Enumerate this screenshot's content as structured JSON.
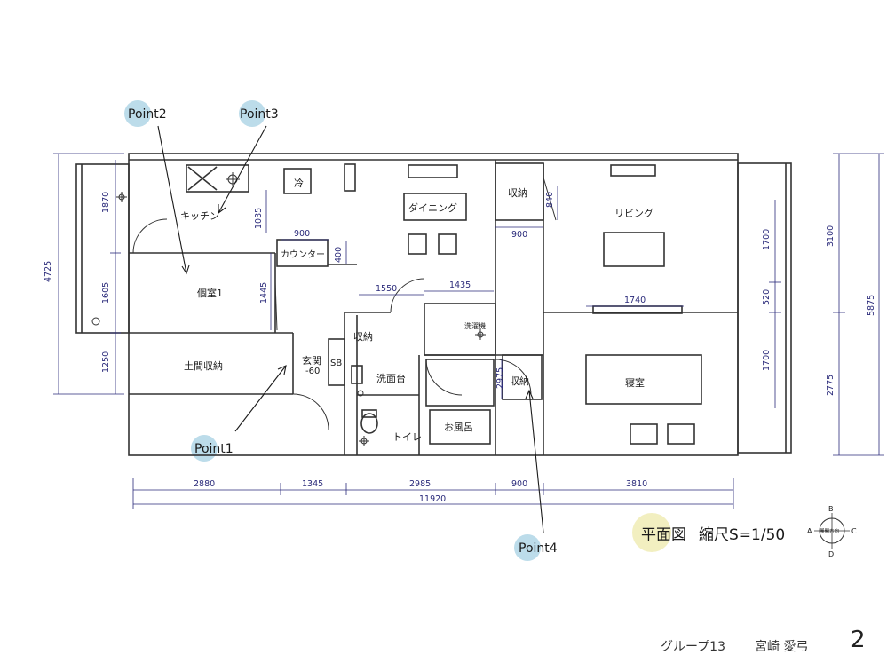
{
  "rooms": {
    "kitchen": "キッチン",
    "fridge": "冷",
    "counter": "カウンター",
    "private_room": "個室1",
    "doma_storage": "土間収納",
    "entrance": "玄関",
    "entrance_level": "-60",
    "shoe_box": "SB",
    "storage_hall": "収納",
    "washbasin": "洗面台",
    "toilet": "トイレ",
    "washer": "洗濯機",
    "bath": "お風呂",
    "dining": "ダイニング",
    "storage_dining": "収納",
    "storage_bed": "収納",
    "living": "リビング",
    "bedroom": "寝室"
  },
  "dimensions": {
    "left_outer": "4725",
    "left_1870": "1870",
    "left_1605": "1605",
    "left_1250": "1250",
    "kitchen_1035": "1035",
    "counter_900": "900",
    "counter_400": "400",
    "room_1445": "1445",
    "hall_1550": "1550",
    "wash_1435": "1435",
    "bath_2975": "2975",
    "storage_840": "840",
    "storage_900": "900",
    "bed_1740": "1740",
    "right_1700a": "1700",
    "right_520": "520",
    "right_1700b": "1700",
    "right_3100": "3100",
    "right_2775": "2775",
    "right_5875": "5875",
    "bottom_2880": "2880",
    "bottom_1345": "1345",
    "bottom_2985": "2985",
    "bottom_900": "900",
    "bottom_3810": "3810",
    "bottom_total": "11920"
  },
  "points": {
    "p1": "Point1",
    "p2": "Point2",
    "p3": "Point3",
    "p4": "Point4"
  },
  "title": {
    "plan": "平面図",
    "scale": "縮尺S=1/50"
  },
  "compass": {
    "n": "B",
    "s": "D",
    "w": "A",
    "e": "C",
    "center": "展開方向"
  },
  "footer": {
    "group": "グループ13",
    "name": "宮崎 愛弓",
    "page": "2"
  },
  "colors": {
    "line": "#333333",
    "dimension": "#2a2a7a",
    "point_marker": "#bcdcea",
    "title_marker": "#f2efc0"
  }
}
